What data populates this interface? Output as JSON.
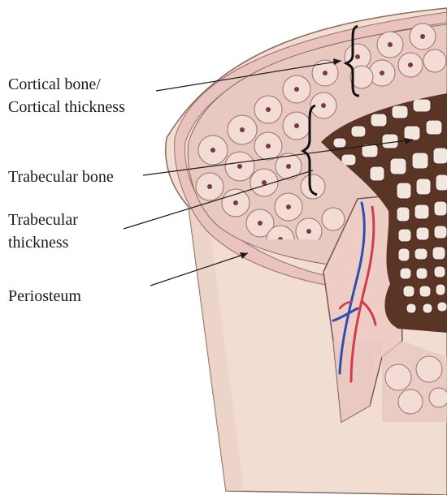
{
  "labels": {
    "cortical": "Cortical bone/\nCortical thickness",
    "trabecular": "Trabecular bone",
    "trabecular_thickness": "Trabecular\nthickness",
    "periosteum": "Periosteum"
  },
  "colors": {
    "periosteum_band": "#e8c3bf",
    "cortical_bone": "#e7c9c2",
    "outer_wall": "#f1ddd2",
    "trabecular_dark": "#5a3424",
    "trabecular_light": "#f2e7df",
    "artery": "#d23c4a",
    "vein": "#2f4fb0",
    "leader_line": "#1a1a1a"
  }
}
